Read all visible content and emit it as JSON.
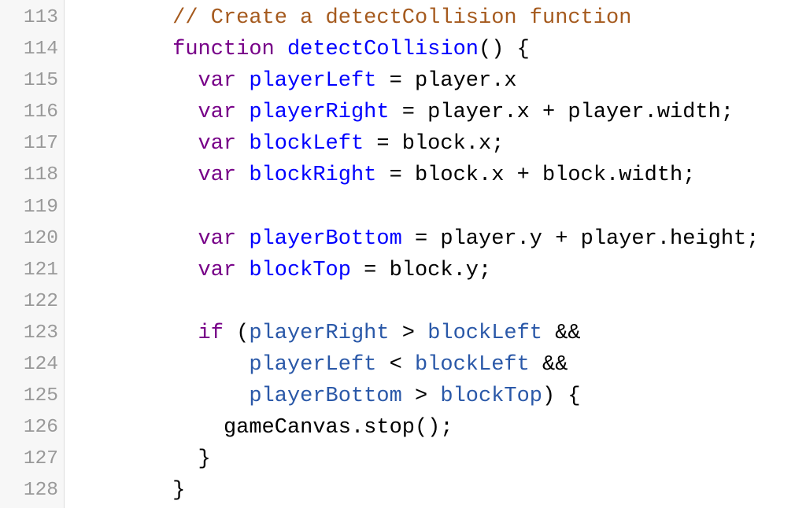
{
  "editor": {
    "colors": {
      "gutter_bg": "#f7f7f7",
      "line_number": "#999999",
      "comment": "#a55a1e",
      "keyword": "#770088",
      "definition": "#0000ff",
      "variable": "#2a58a8",
      "text": "#000000"
    },
    "lines": [
      {
        "number": "113",
        "tokens": [
          {
            "t": "        ",
            "c": "plain"
          },
          {
            "t": "// Create a detectCollision function",
            "c": "comment"
          }
        ]
      },
      {
        "number": "114",
        "tokens": [
          {
            "t": "        ",
            "c": "plain"
          },
          {
            "t": "function",
            "c": "keyword"
          },
          {
            "t": " ",
            "c": "plain"
          },
          {
            "t": "detectCollision",
            "c": "def"
          },
          {
            "t": "() {",
            "c": "plain"
          }
        ]
      },
      {
        "number": "115",
        "tokens": [
          {
            "t": "          ",
            "c": "plain"
          },
          {
            "t": "var",
            "c": "keyword"
          },
          {
            "t": " ",
            "c": "plain"
          },
          {
            "t": "playerLeft",
            "c": "def"
          },
          {
            "t": " = player.x",
            "c": "plain"
          }
        ]
      },
      {
        "number": "116",
        "tokens": [
          {
            "t": "          ",
            "c": "plain"
          },
          {
            "t": "var",
            "c": "keyword"
          },
          {
            "t": " ",
            "c": "plain"
          },
          {
            "t": "playerRight",
            "c": "def"
          },
          {
            "t": " = player.x + player.width;",
            "c": "plain"
          }
        ]
      },
      {
        "number": "117",
        "tokens": [
          {
            "t": "          ",
            "c": "plain"
          },
          {
            "t": "var",
            "c": "keyword"
          },
          {
            "t": " ",
            "c": "plain"
          },
          {
            "t": "blockLeft",
            "c": "def"
          },
          {
            "t": " = block.x;",
            "c": "plain"
          }
        ]
      },
      {
        "number": "118",
        "tokens": [
          {
            "t": "          ",
            "c": "plain"
          },
          {
            "t": "var",
            "c": "keyword"
          },
          {
            "t": " ",
            "c": "plain"
          },
          {
            "t": "blockRight",
            "c": "def"
          },
          {
            "t": " = block.x + block.width;",
            "c": "plain"
          }
        ]
      },
      {
        "number": "119",
        "tokens": []
      },
      {
        "number": "120",
        "tokens": [
          {
            "t": "          ",
            "c": "plain"
          },
          {
            "t": "var",
            "c": "keyword"
          },
          {
            "t": " ",
            "c": "plain"
          },
          {
            "t": "playerBottom",
            "c": "def"
          },
          {
            "t": " = player.y + player.height;",
            "c": "plain"
          }
        ]
      },
      {
        "number": "121",
        "tokens": [
          {
            "t": "          ",
            "c": "plain"
          },
          {
            "t": "var",
            "c": "keyword"
          },
          {
            "t": " ",
            "c": "plain"
          },
          {
            "t": "blockTop",
            "c": "def"
          },
          {
            "t": " = block.y;",
            "c": "plain"
          }
        ]
      },
      {
        "number": "122",
        "tokens": []
      },
      {
        "number": "123",
        "tokens": [
          {
            "t": "          ",
            "c": "plain"
          },
          {
            "t": "if",
            "c": "keyword"
          },
          {
            "t": " (",
            "c": "plain"
          },
          {
            "t": "playerRight",
            "c": "var2"
          },
          {
            "t": " > ",
            "c": "plain"
          },
          {
            "t": "blockLeft",
            "c": "var2"
          },
          {
            "t": " &&",
            "c": "plain"
          }
        ]
      },
      {
        "number": "124",
        "tokens": [
          {
            "t": "              ",
            "c": "plain"
          },
          {
            "t": "playerLeft",
            "c": "var2"
          },
          {
            "t": " < ",
            "c": "plain"
          },
          {
            "t": "blockLeft",
            "c": "var2"
          },
          {
            "t": " &&",
            "c": "plain"
          }
        ]
      },
      {
        "number": "125",
        "tokens": [
          {
            "t": "              ",
            "c": "plain"
          },
          {
            "t": "playerBottom",
            "c": "var2"
          },
          {
            "t": " > ",
            "c": "plain"
          },
          {
            "t": "blockTop",
            "c": "var2"
          },
          {
            "t": ") {",
            "c": "plain"
          }
        ]
      },
      {
        "number": "126",
        "tokens": [
          {
            "t": "            ",
            "c": "plain"
          },
          {
            "t": "gameCanvas.stop();",
            "c": "plain"
          }
        ]
      },
      {
        "number": "127",
        "tokens": [
          {
            "t": "          ",
            "c": "plain"
          },
          {
            "t": "}",
            "c": "plain"
          }
        ]
      },
      {
        "number": "128",
        "tokens": [
          {
            "t": "        ",
            "c": "plain"
          },
          {
            "t": "}",
            "c": "plain"
          }
        ]
      }
    ]
  }
}
